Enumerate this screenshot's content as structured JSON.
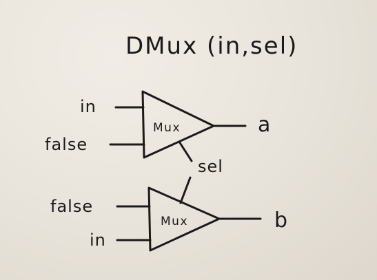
{
  "title": "DMux (in,sel)",
  "top_mux": {
    "label": "Mux",
    "input_1": "in",
    "input_2": "false",
    "output": "a",
    "select": "sel"
  },
  "bottom_mux": {
    "label": "Mux",
    "input_1": "false",
    "input_2": "in",
    "output": "b"
  },
  "ink_color": "#1c1a18",
  "paper_color": "#ebe6de"
}
